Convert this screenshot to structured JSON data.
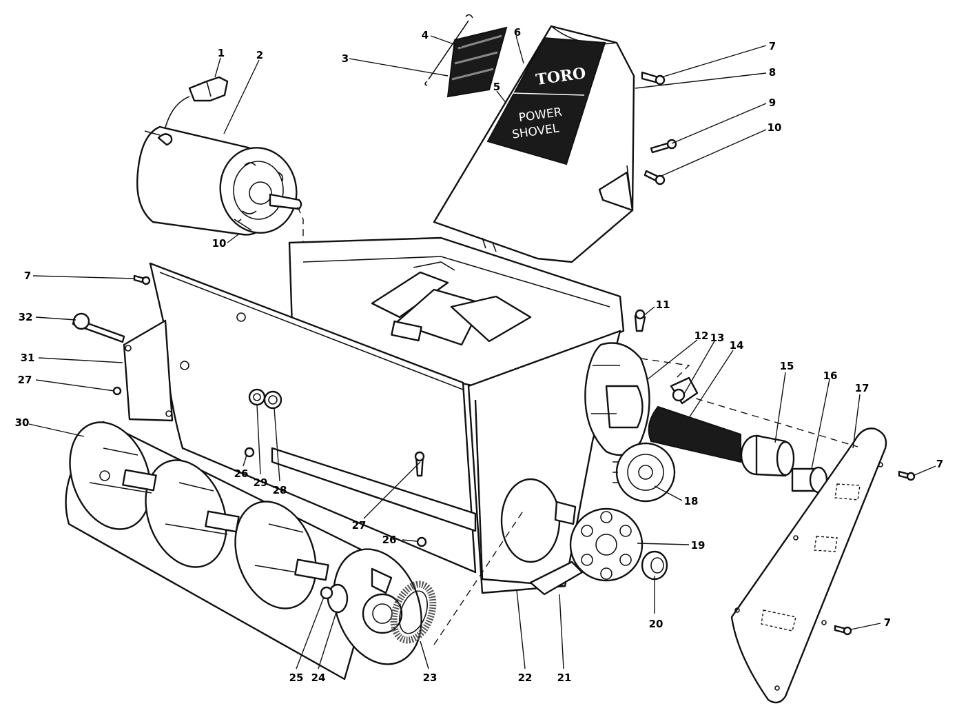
{
  "decal": {
    "brand": "TORO",
    "product_line_1": "POWER",
    "product_line_2": "SHOVEL"
  },
  "callouts": [
    "1",
    "2",
    "3",
    "4",
    "5",
    "6",
    "7",
    "8",
    "9",
    "10",
    "10",
    "7",
    "32",
    "31",
    "27",
    "30",
    "26",
    "29",
    "28",
    "11",
    "12",
    "13",
    "14",
    "15",
    "16",
    "17",
    "7",
    "18",
    "27",
    "26",
    "19",
    "20",
    "22",
    "21",
    "25",
    "24",
    "23",
    "7"
  ]
}
